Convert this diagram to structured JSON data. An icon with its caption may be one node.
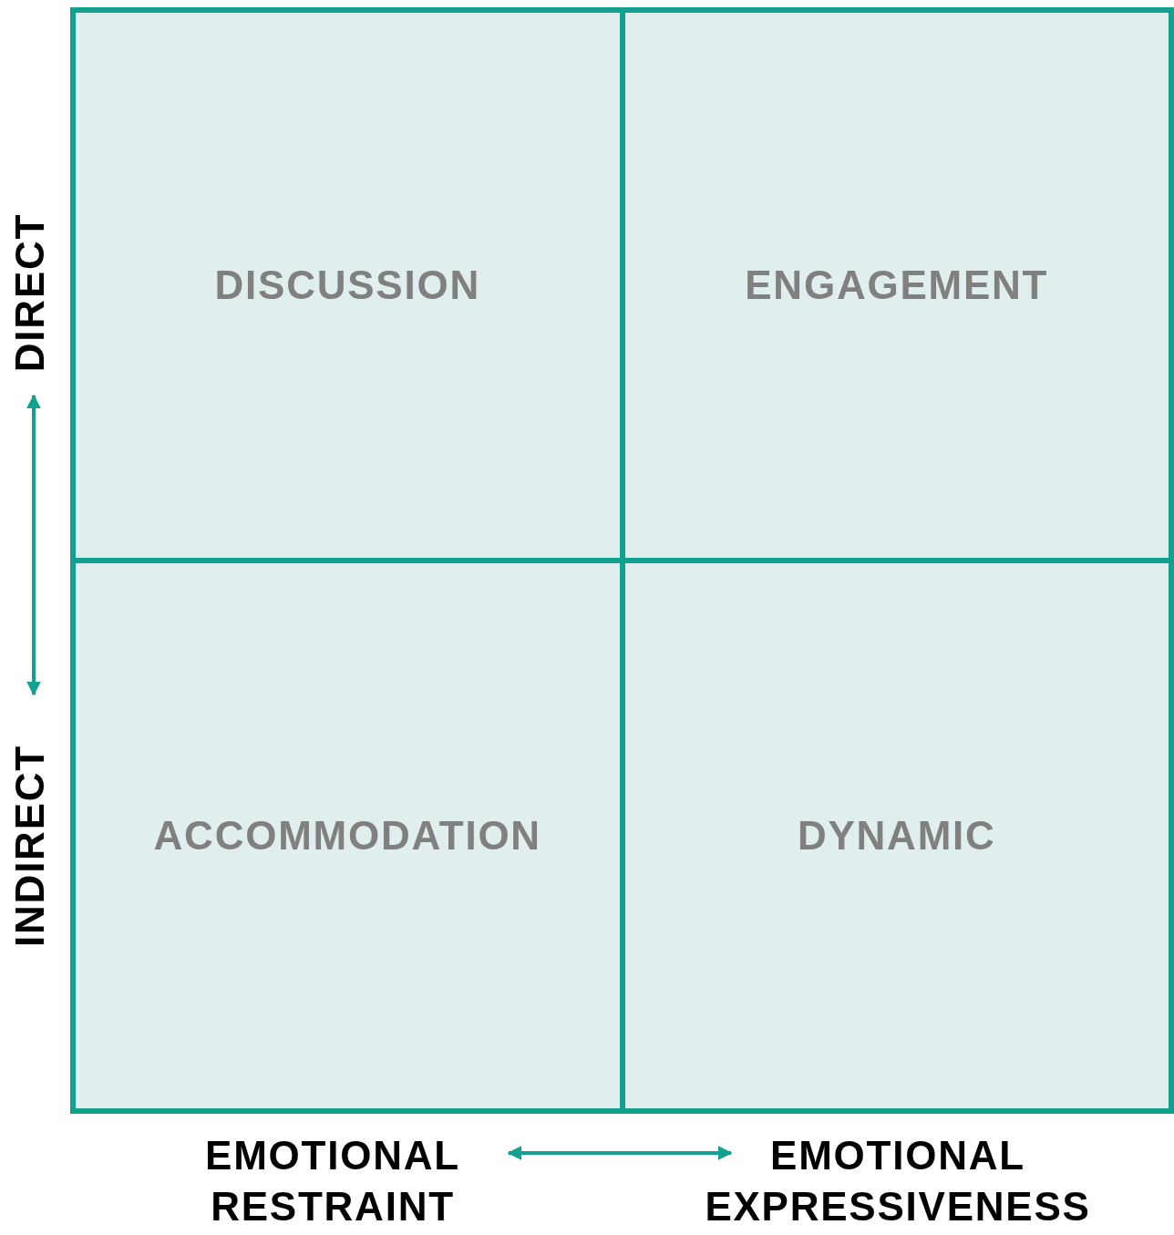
{
  "diagram": {
    "nodes": [
      {
        "text": [
          "DISCUSSION"
        ]
      },
      {
        "text": [
          "ENGAGEMENT"
        ]
      },
      {
        "text": [
          "ACCOMMODATION"
        ]
      },
      {
        "text": [
          "DYNAMIC"
        ]
      }
    ],
    "labels": [
      "DIRECT",
      "INDIRECT",
      "EMOTIONAL RESTRAINT",
      "EMOTIONAL EXPRESSIVENESS"
    ]
  }
}
